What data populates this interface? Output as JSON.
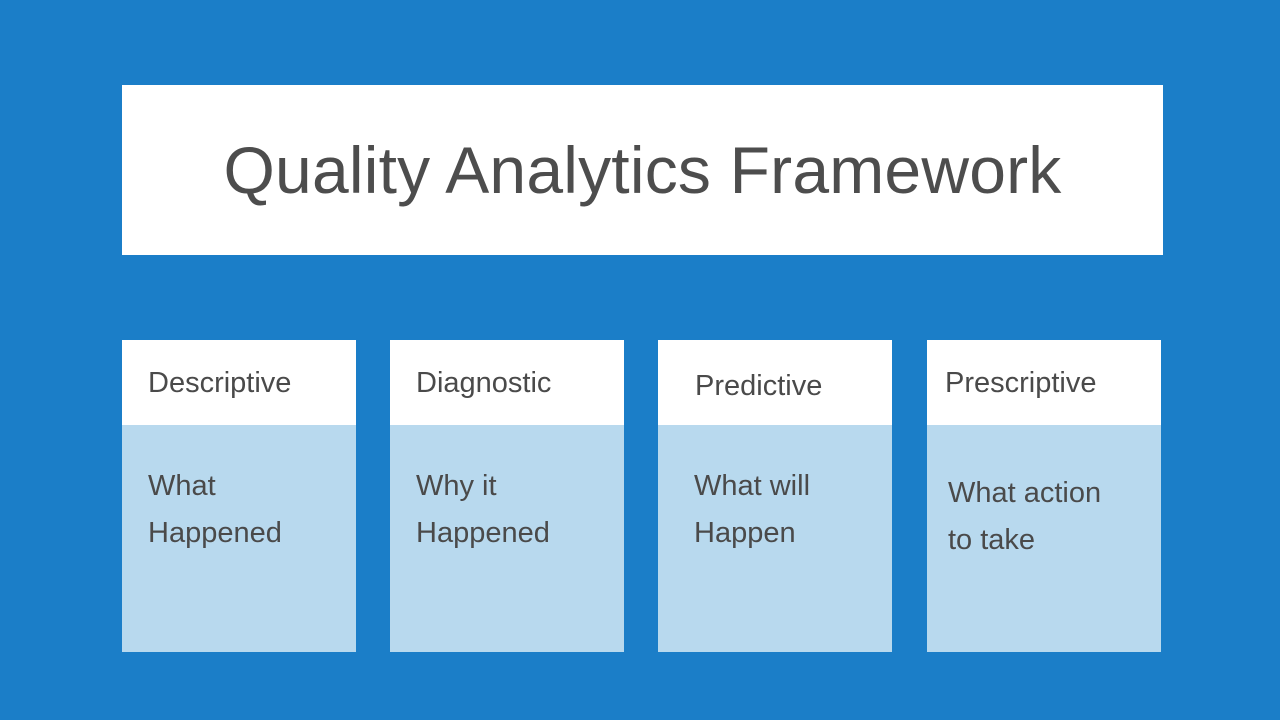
{
  "slide": {
    "background_color": "#1b7ec8",
    "title": "Quality Analytics Framework",
    "title_color": "#4d4d4d",
    "title_panel_color": "#ffffff"
  },
  "cards": {
    "header_color": "#ffffff",
    "body_color": "#b8d9ee",
    "text_color": "#4a4a4a",
    "items": [
      {
        "title": "Descriptive",
        "line1": "What",
        "line2": "Happened"
      },
      {
        "title": "Diagnostic",
        "line1": "Why it",
        "line2": "Happened"
      },
      {
        "title": "Predictive",
        "line1": "What will",
        "line2": "Happen"
      },
      {
        "title": "Prescriptive",
        "line1": "What action",
        "line2": "to take"
      }
    ]
  }
}
